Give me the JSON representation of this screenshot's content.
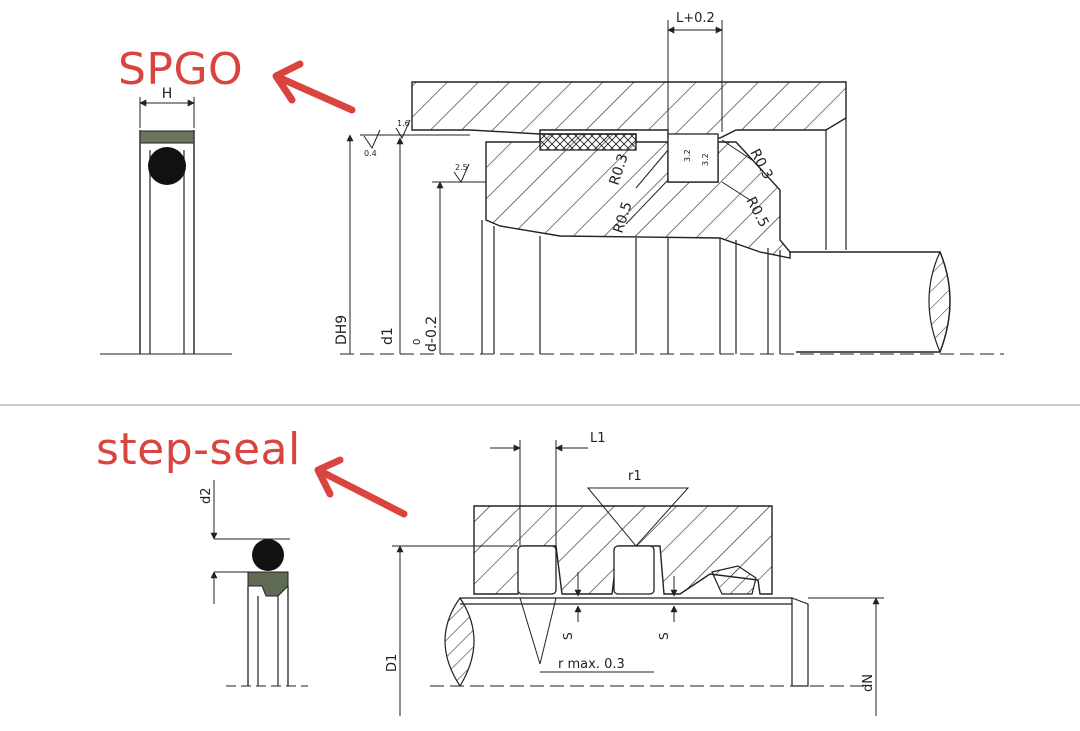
{
  "titles": {
    "top": "SPGO",
    "bottom": "step-seal"
  },
  "colors": {
    "annotation": "#d9443f",
    "line": "#222222",
    "seal_fill": "#5f6b55"
  },
  "top_drawing": {
    "dim_width": "H",
    "dim_groove": "L+0.2",
    "dim_bore": "DH9",
    "dim_d1": "d1",
    "dim_d_top": "0",
    "dim_d_bottom": "d-0.2",
    "surface_1": "1.6",
    "surface_2": "0.4",
    "surface_3": "2.5",
    "surface_4": "3.2",
    "surface_5": "3.2",
    "radius_1": "R0.3",
    "radius_2": "R0.3",
    "radius_3": "R0.5",
    "radius_4": "R0.5"
  },
  "bottom_drawing": {
    "dim_d2": "d2",
    "dim_L1": "L1",
    "dim_r1": "r1",
    "dim_rmax": "r max. 0.3",
    "dim_S1": "S",
    "dim_S2": "S",
    "dim_D1": "D1",
    "dim_dN": "dN"
  }
}
